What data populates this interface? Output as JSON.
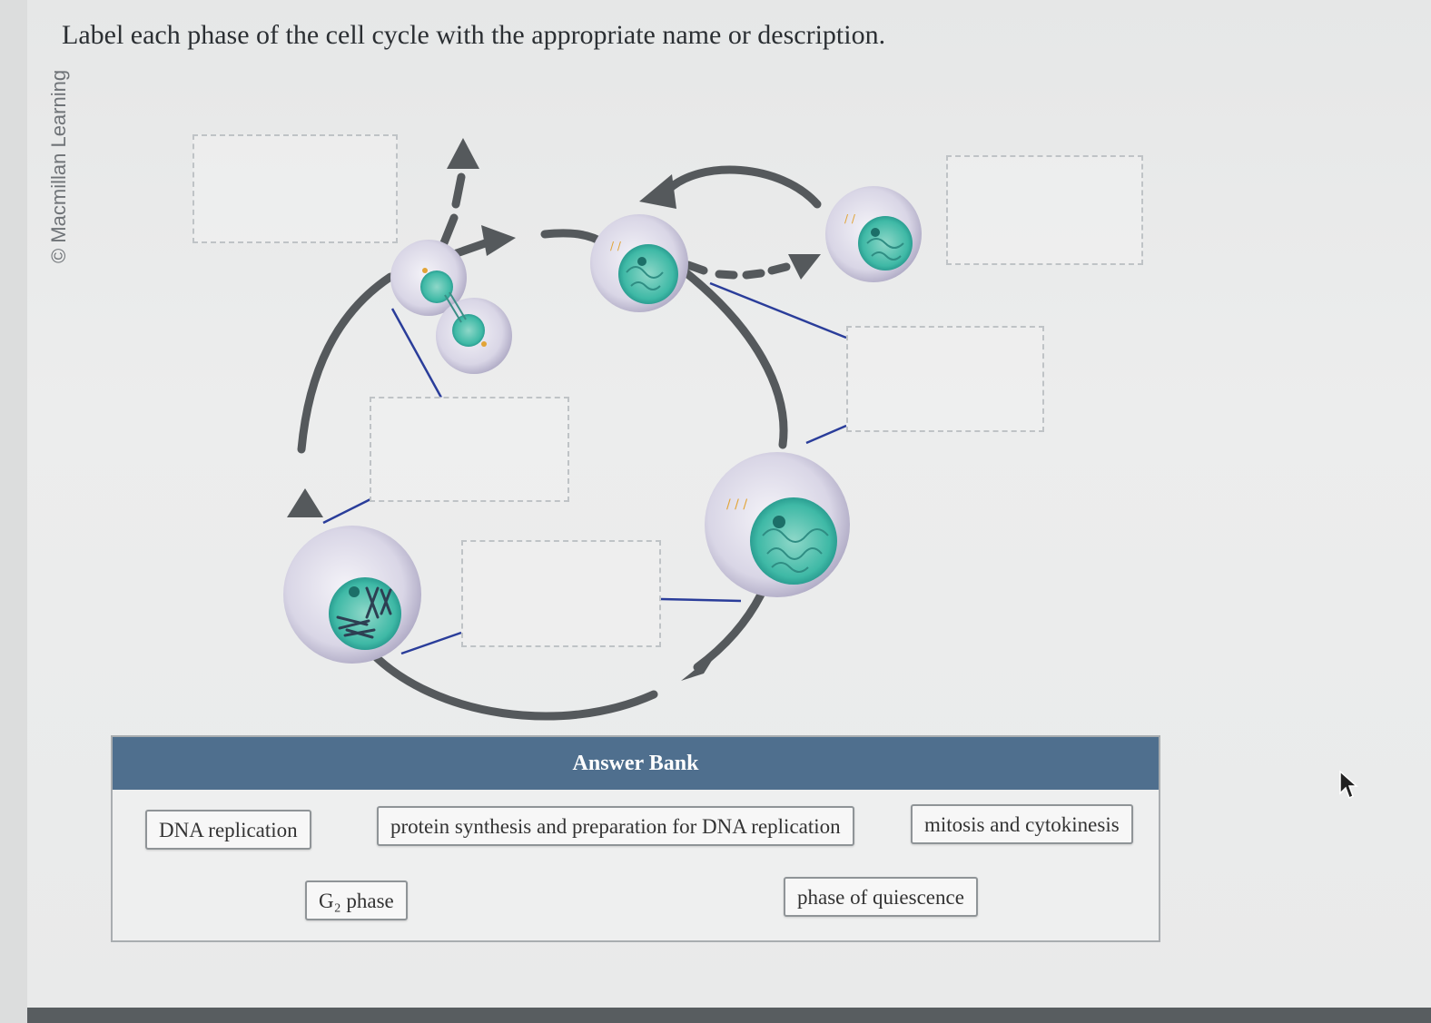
{
  "watermark": "© Macmillan Learning",
  "prompt": "Label each phase of the cell cycle with the appropriate name or description.",
  "answer_bank": {
    "title": "Answer Bank",
    "chips": [
      {
        "label": "DNA replication"
      },
      {
        "label": "protein synthesis and preparation for DNA replication"
      },
      {
        "label": "mitosis and cytokinesis"
      },
      {
        "label": "G₂ phase"
      },
      {
        "label": "phase of quiescence"
      }
    ]
  },
  "colors": {
    "header": "#4f6f8e",
    "cycle_arrow": "#55595c",
    "leader_line": "#2a3d9a",
    "nucleus": "#3cc0ad"
  },
  "icons": [
    "cursor-icon"
  ]
}
